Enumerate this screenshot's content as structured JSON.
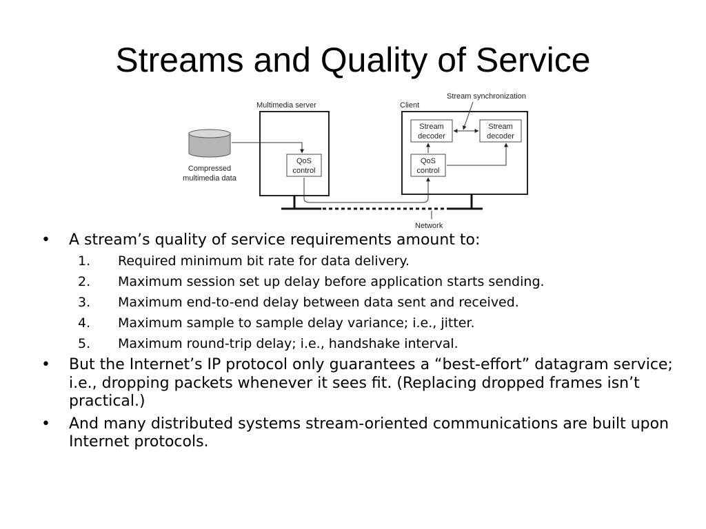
{
  "slide": {
    "title": "Streams and Quality of Service"
  },
  "diagram": {
    "multimedia_server_label": "Multimedia server",
    "client_label": "Client",
    "stream_sync_label": "Stream synchronization",
    "stream_decoder_1": [
      "Stream",
      "decoder"
    ],
    "stream_decoder_2": [
      "Stream",
      "decoder"
    ],
    "qos_server": [
      "QoS",
      "control"
    ],
    "qos_client": [
      "QoS",
      "control"
    ],
    "database_label": [
      "Compressed",
      "multimedia data"
    ],
    "network_label": "Network"
  },
  "content": {
    "bullet1": "A stream’s quality of service requirements amount to:",
    "items": [
      {
        "num": "1.",
        "text": "Required minimum bit rate for data delivery."
      },
      {
        "num": "2.",
        "text": "Maximum session set up delay before application starts sending."
      },
      {
        "num": "3.",
        "text": "Maximum end-to-end delay between data sent and received."
      },
      {
        "num": "4.",
        "text": "Maximum sample to sample delay variance; i.e., jitter."
      },
      {
        "num": "5.",
        "text": "Maximum round-trip delay; i.e., handshake interval."
      }
    ],
    "bullet2": "But the Internet’s IP protocol only guarantees a “best-effort” datagram service; i.e., dropping packets whenever it sees fit. (Replacing dropped frames isn’t practical.)",
    "bullet3": "And many distributed systems stream-oriented communications are built upon Internet protocols.",
    "bullet_glyph": "•"
  }
}
